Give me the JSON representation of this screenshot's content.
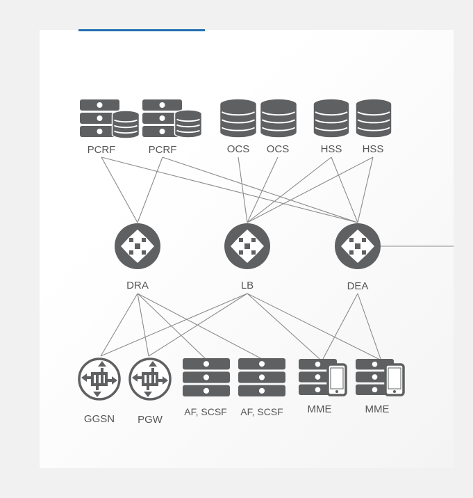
{
  "colors": {
    "accent": "#1f6fb2",
    "icon": "#5f6062",
    "line": "#8a8a8a"
  },
  "top": [
    {
      "label": "PCRF",
      "icon": "server-database"
    },
    {
      "label": "PCRF",
      "icon": "server-database"
    },
    {
      "label": "OCS",
      "icon": "database"
    },
    {
      "label": "OCS",
      "icon": "database"
    },
    {
      "label": "HSS",
      "icon": "database"
    },
    {
      "label": "HSS",
      "icon": "database"
    }
  ],
  "middle": [
    {
      "label": "DRA",
      "icon": "router"
    },
    {
      "label": "LB",
      "icon": "router"
    },
    {
      "label": "DEA",
      "icon": "router"
    }
  ],
  "bottom": [
    {
      "label": "GGSN",
      "icon": "gateway"
    },
    {
      "label": "PGW",
      "icon": "gateway"
    },
    {
      "label": "AF, SCSF",
      "icon": "server"
    },
    {
      "label": "AF, SCSF",
      "icon": "server"
    },
    {
      "label": "MME",
      "icon": "server-mobile"
    },
    {
      "label": "MME",
      "icon": "server-mobile"
    }
  ]
}
